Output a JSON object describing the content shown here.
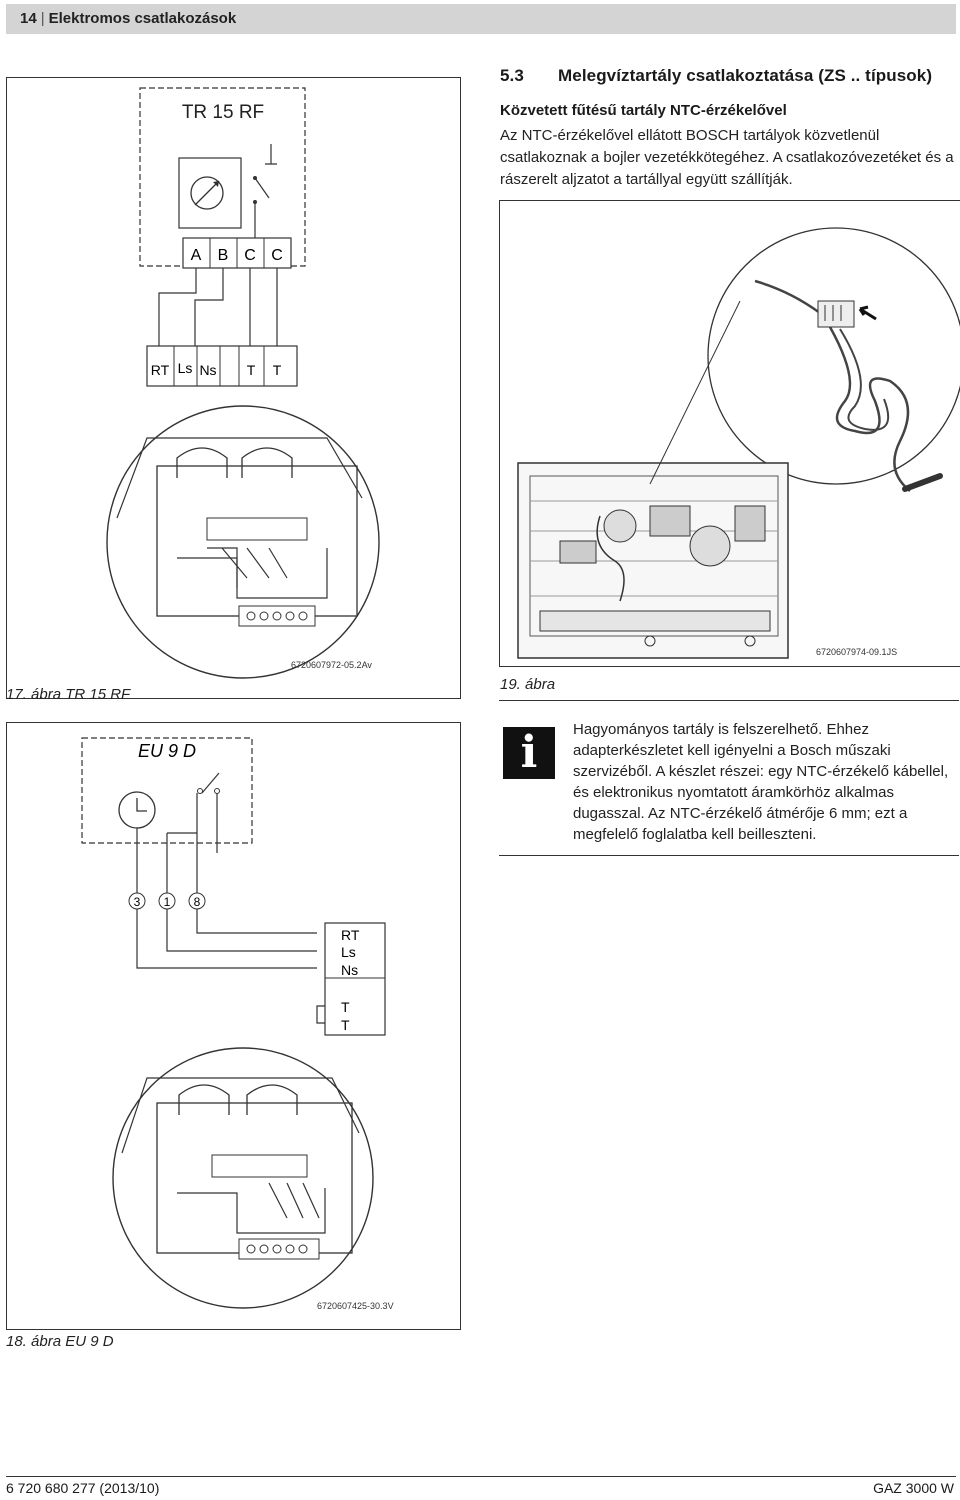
{
  "header": {
    "page_number": "14",
    "title": "Elektromos csatlakozások"
  },
  "section": {
    "number": "5.3",
    "title": "Melegvíztartály csatlakoztatása (ZS .. típusok)",
    "subtitle": "Közvetett fűtésű tartály NTC-érzékelővel",
    "body": "Az NTC-érzékelővel ellátott BOSCH tartályok közvetlenül csatlakoznak a bojler vezetékkötegéhez. A csatlakozóvezetéket és a rászerelt aljzatot a tartállyal együtt szállítják."
  },
  "fig17": {
    "device_label": "TR 15 RF",
    "terminals_top": [
      "A",
      "B",
      "C",
      "C"
    ],
    "terminals_bottom": [
      "RT",
      "Ls",
      "Ns",
      "T",
      "T"
    ],
    "code": "6720607972-05.2Av",
    "caption": "17. ábra  TR 15 RF"
  },
  "fig18": {
    "device_label": "EU 9 D",
    "terminals_top": [
      "3",
      "1",
      "8"
    ],
    "terminals_right": [
      "RT",
      "Ls",
      "Ns",
      "T",
      "T"
    ],
    "code": "6720607425-30.3V",
    "caption": "18. ábra  EU 9 D"
  },
  "fig19": {
    "code": "6720607974-09.1JS",
    "caption": "19. ábra"
  },
  "info_note": {
    "icon": "info-icon",
    "text": "Hagyományos tartály is felszerelhető. Ehhez adapterkészletet kell igényelni a Bosch műszaki szervizéből. A készlet részei: egy NTC-érzékelő kábellel, és elektronikus nyomtatott áramkörhöz alkalmas dugasszal. Az NTC-érzékelő átmérője 6 mm; ezt a megfelelő foglalatba kell beilleszteni."
  },
  "footer": {
    "doc_number": "6 720 680 277 (2013/10)",
    "product": "GAZ 3000 W"
  }
}
